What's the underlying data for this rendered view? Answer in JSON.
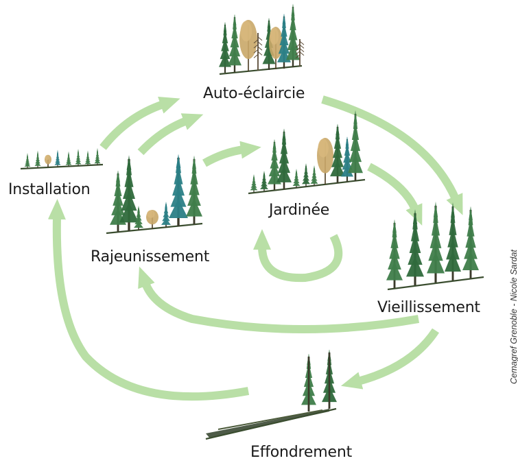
{
  "stages": {
    "auto_eclaircie": "Auto-éclaircie",
    "installation": "Installation",
    "jardinee": "Jardinée",
    "rajeunissement": "Rajeunissement",
    "vieillissement": "Vieillissement",
    "effondrement": "Effondrement"
  },
  "credit": "Cemagref Grenoble - Nicole Sardat",
  "colors": {
    "arrow": "#b9dfa6",
    "conifer_dark": "#2f6a3c",
    "conifer_mid": "#3f7d4a",
    "conifer_teal": "#2b7f86",
    "deciduous_ochre": "#c9a768",
    "ground": "#3a4d2f"
  }
}
